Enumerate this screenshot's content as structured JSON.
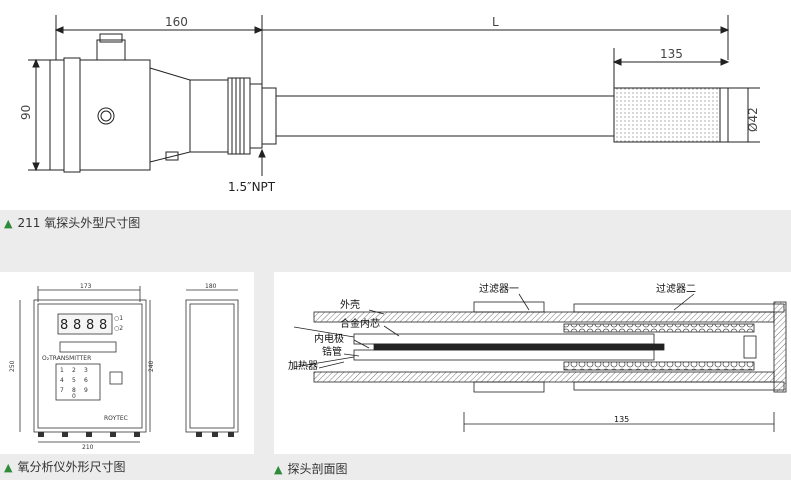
{
  "colors": {
    "background": "#ececec",
    "panel": "#ffffff",
    "caption_marker": "#2e8b3a",
    "line": "#222222"
  },
  "probe_outline": {
    "caption": "211 氧探头外型尺寸图",
    "dim_head_length": "160",
    "dim_probe_length": "L",
    "dim_filter_length": "135",
    "dim_height": "90",
    "dim_diameter": "Ø42",
    "thread": "1.5″NPT"
  },
  "analyzer_outline": {
    "caption": "氧分析仪外形尺寸图",
    "dim_width_top": "173",
    "dim_side_depth": "180",
    "dim_bottom_width": "210",
    "dim_height_left": "250",
    "dim_height_right": "240",
    "device_label": "O₂TRANSMITTER",
    "brand": "ROYTEC",
    "display_digits": [
      "8",
      "8",
      "8",
      "8"
    ],
    "led_labels": [
      "○1",
      "○2"
    ],
    "keypad": [
      "1",
      "2",
      "3",
      "4",
      "5",
      "6",
      "7",
      "8",
      "9",
      "0"
    ]
  },
  "probe_section": {
    "caption": "探头剖面图",
    "label_filter1": "过滤器一",
    "label_filter2": "过滤器二",
    "label_shell": "外壳",
    "label_alloy_core": "合金内芯",
    "label_inner_electrode": "内电极",
    "label_zirconia_tube": "锆管",
    "label_heater": "加热器",
    "dim_filter": "135"
  }
}
